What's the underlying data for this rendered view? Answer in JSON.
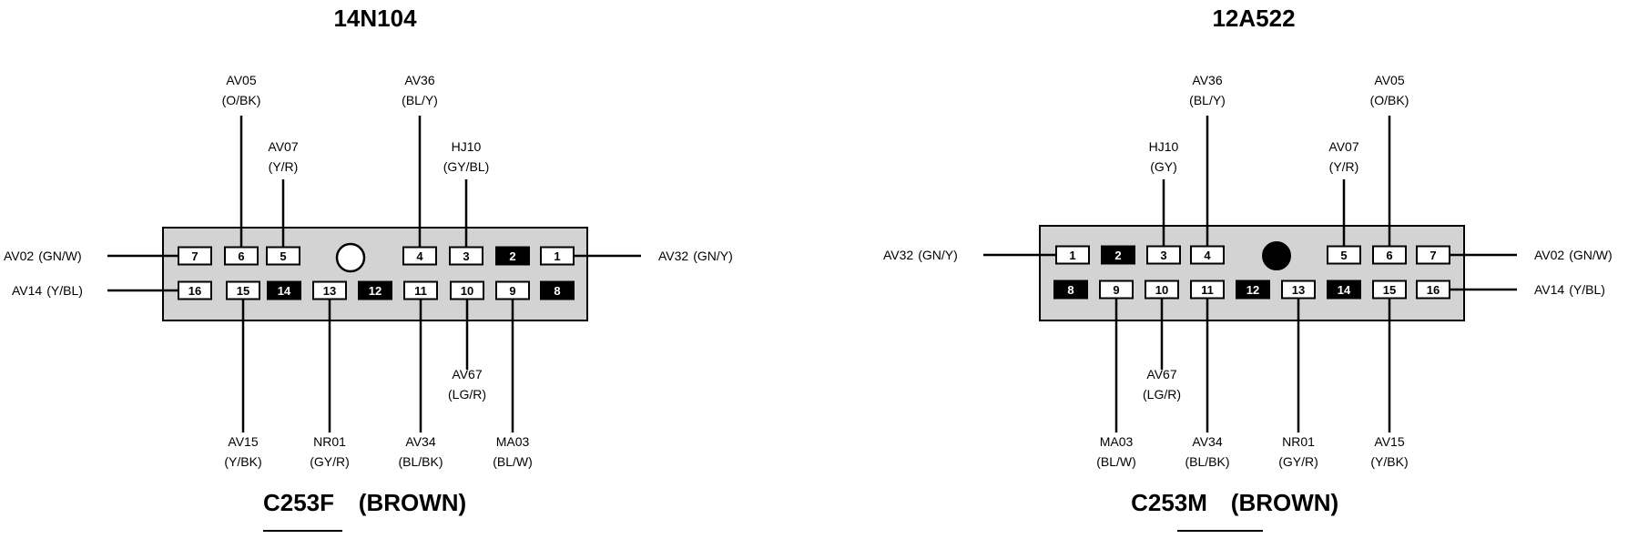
{
  "colors": {
    "housing_fill": "#d3d3d3",
    "pin_fill": "#ffffff",
    "pin_blanked": "#000000",
    "line": "#000000"
  },
  "connectors": [
    {
      "part_number": "14N104",
      "name": "C253F",
      "color_label": "(BROWN)",
      "housing_shape": "circle-outline",
      "pins": [
        {
          "num": "7",
          "blank": false
        },
        {
          "num": "6",
          "blank": false
        },
        {
          "num": "5",
          "blank": false
        },
        {
          "num": "4",
          "blank": false
        },
        {
          "num": "3",
          "blank": false
        },
        {
          "num": "2",
          "blank": true
        },
        {
          "num": "1",
          "blank": false
        },
        {
          "num": "16",
          "blank": false
        },
        {
          "num": "15",
          "blank": false
        },
        {
          "num": "14",
          "blank": true
        },
        {
          "num": "13",
          "blank": false
        },
        {
          "num": "12",
          "blank": true
        },
        {
          "num": "11",
          "blank": false
        },
        {
          "num": "10",
          "blank": false
        },
        {
          "num": "9",
          "blank": false
        },
        {
          "num": "8",
          "blank": true
        }
      ],
      "wires": [
        {
          "pin": "6",
          "circuit": "AV05",
          "color": "(O/BK)"
        },
        {
          "pin": "5",
          "circuit": "AV07",
          "color": "(Y/R)"
        },
        {
          "pin": "4",
          "circuit": "AV36",
          "color": "(BL/Y)"
        },
        {
          "pin": "3",
          "circuit": "HJ10",
          "color": "(GY/BL)"
        },
        {
          "pin": "7",
          "circuit": "AV02",
          "color": "(GN/W)"
        },
        {
          "pin": "16",
          "circuit": "AV14",
          "color": "(Y/BL)"
        },
        {
          "pin": "1",
          "circuit": "AV32",
          "color": "(GN/Y)"
        },
        {
          "pin": "15",
          "circuit": "AV15",
          "color": "(Y/BK)"
        },
        {
          "pin": "13",
          "circuit": "NR01",
          "color": "(GY/R)"
        },
        {
          "pin": "11",
          "circuit": "AV34",
          "color": "(BL/BK)"
        },
        {
          "pin": "10",
          "circuit": "AV67",
          "color": "(LG/R)"
        },
        {
          "pin": "9",
          "circuit": "MA03",
          "color": "(BL/W)"
        }
      ]
    },
    {
      "part_number": "12A522",
      "name": "C253M",
      "color_label": "(BROWN)",
      "housing_shape": "circle-filled",
      "pins": [
        {
          "num": "1",
          "blank": false
        },
        {
          "num": "2",
          "blank": true
        },
        {
          "num": "3",
          "blank": false
        },
        {
          "num": "4",
          "blank": false
        },
        {
          "num": "5",
          "blank": false
        },
        {
          "num": "6",
          "blank": false
        },
        {
          "num": "7",
          "blank": false
        },
        {
          "num": "8",
          "blank": true
        },
        {
          "num": "9",
          "blank": false
        },
        {
          "num": "10",
          "blank": false
        },
        {
          "num": "11",
          "blank": false
        },
        {
          "num": "12",
          "blank": true
        },
        {
          "num": "13",
          "blank": false
        },
        {
          "num": "14",
          "blank": true
        },
        {
          "num": "15",
          "blank": false
        },
        {
          "num": "16",
          "blank": false
        }
      ],
      "wires": [
        {
          "pin": "4",
          "circuit": "AV36",
          "color": "(BL/Y)"
        },
        {
          "pin": "6",
          "circuit": "AV05",
          "color": "(O/BK)"
        },
        {
          "pin": "3",
          "circuit": "HJ10",
          "color": "(GY)"
        },
        {
          "pin": "5",
          "circuit": "AV07",
          "color": "(Y/R)"
        },
        {
          "pin": "1",
          "circuit": "AV32",
          "color": "(GN/Y)"
        },
        {
          "pin": "7",
          "circuit": "AV02",
          "color": "(GN/W)"
        },
        {
          "pin": "16",
          "circuit": "AV14",
          "color": "(Y/BL)"
        },
        {
          "pin": "10",
          "circuit": "AV67",
          "color": "(LG/R)"
        },
        {
          "pin": "9",
          "circuit": "MA03",
          "color": "(BL/W)"
        },
        {
          "pin": "11",
          "circuit": "AV34",
          "color": "(BL/BK)"
        },
        {
          "pin": "13",
          "circuit": "NR01",
          "color": "(GY/R)"
        },
        {
          "pin": "15",
          "circuit": "AV15",
          "color": "(Y/BK)"
        }
      ]
    }
  ]
}
